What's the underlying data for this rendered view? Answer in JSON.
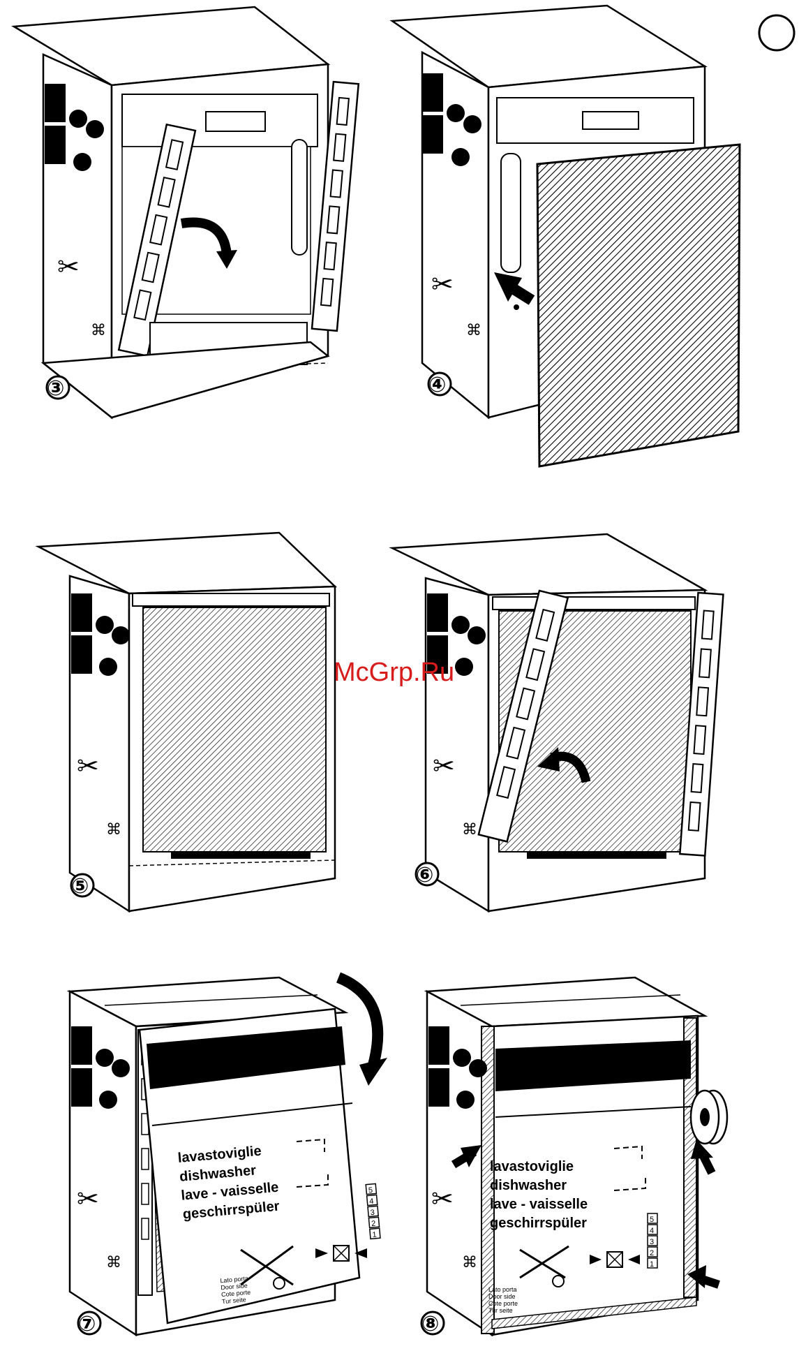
{
  "watermark": "McGrp.Ru",
  "steps": [
    "③",
    "④",
    "⑤",
    "⑥",
    "⑦",
    "⑧"
  ],
  "box_label": {
    "lines": [
      "lavastoviglie",
      "dishwasher",
      "lave - vaisselle",
      "geschirrspüler"
    ],
    "side_lines": [
      "Lato porta",
      "Door side",
      "Cote porte",
      "Tur seite"
    ],
    "stack_numbers": [
      "5",
      "4",
      "3",
      "2",
      "1"
    ]
  },
  "colors": {
    "ink": "#000000",
    "watermark": "#d81b1b",
    "paper": "#ffffff"
  }
}
